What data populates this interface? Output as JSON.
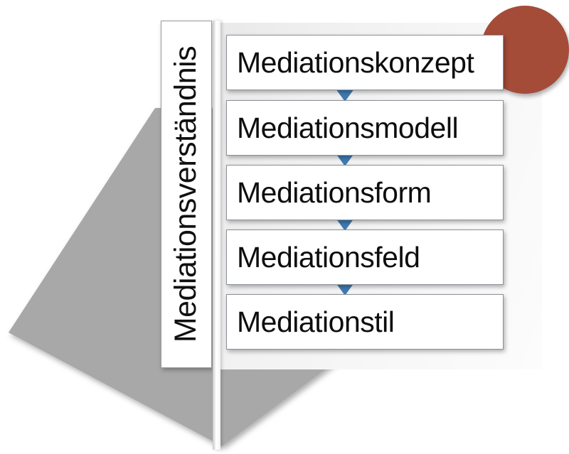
{
  "diagram": {
    "title": "Mediationsverständnis",
    "vertical_label": "Mediationsverständnis",
    "type": "funnel-process",
    "shape": "downward-funnel",
    "steps": [
      {
        "label": "Mediationskonzept"
      },
      {
        "label": "Mediationsmodell"
      },
      {
        "label": "Mediationsform"
      },
      {
        "label": "Mediationsfeld"
      },
      {
        "label": "Mediationstil"
      }
    ],
    "connectors": [
      {
        "name": "arrow-down-1"
      },
      {
        "name": "arrow-down-2"
      },
      {
        "name": "arrow-down-3"
      },
      {
        "name": "arrow-down-4"
      }
    ],
    "colors": {
      "accent_circle": "#a44c38",
      "arrow": "#3f7cb3",
      "funnel": "#a8a8a8",
      "box_border": "#8c9096",
      "box_fill": "#ffffff",
      "backdrop": "#f4f4f4",
      "text": "#0d0d0d",
      "canvas": "#ffffff"
    }
  }
}
